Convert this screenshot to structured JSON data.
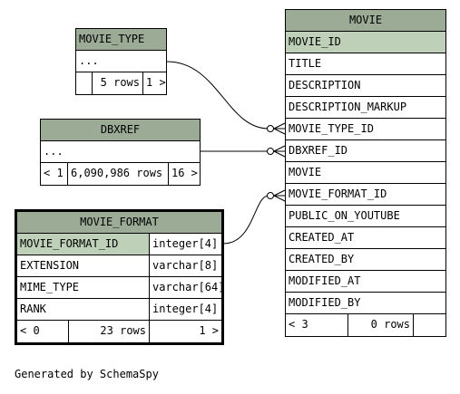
{
  "movie_type": {
    "name": "MOVIE_TYPE",
    "ellipsis": "...",
    "nav": {
      "prev": "",
      "rows": "5 rows",
      "next": "1 >"
    }
  },
  "dbxref": {
    "name": "DBXREF",
    "ellipsis": "...",
    "nav": {
      "prev": "< 1",
      "rows": "6,090,986 rows",
      "next": "16 >"
    }
  },
  "movie_format": {
    "name": "MOVIE_FORMAT",
    "columns": [
      {
        "name": "MOVIE_FORMAT_ID",
        "type": "integer[4]"
      },
      {
        "name": "EXTENSION",
        "type": "varchar[8]"
      },
      {
        "name": "MIME_TYPE",
        "type": "varchar[64]"
      },
      {
        "name": "RANK",
        "type": "integer[4]"
      }
    ],
    "nav": {
      "prev": "< 0",
      "rows": "23 rows",
      "next": "1 >"
    }
  },
  "movie": {
    "name": "MOVIE",
    "columns": [
      "MOVIE_ID",
      "TITLE",
      "DESCRIPTION",
      "DESCRIPTION_MARKUP",
      "MOVIE_TYPE_ID",
      "DBXREF_ID",
      "MOVIE",
      "MOVIE_FORMAT_ID",
      "PUBLIC_ON_YOUTUBE",
      "CREATED_AT",
      "CREATED_BY",
      "MODIFIED_AT",
      "MODIFIED_BY"
    ],
    "nav": {
      "prev": "< 3",
      "rows": "0 rows",
      "next": ""
    }
  },
  "footer": "Generated by SchemaSpy",
  "colors": {
    "header": "#9bab96",
    "primary_key": "#bed1b8"
  }
}
